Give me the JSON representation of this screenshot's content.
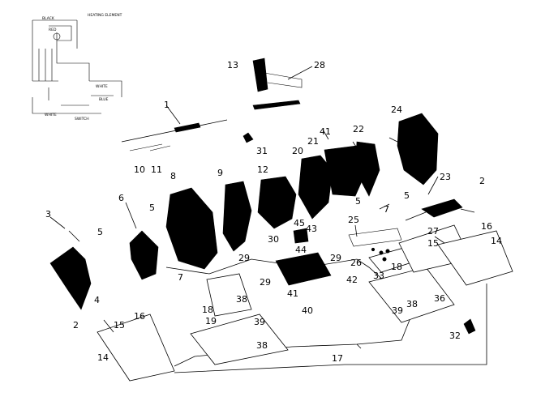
{
  "wiring": {
    "labels": [
      "BLACK",
      "RED",
      "HEATING ELEMENT",
      "WHITE",
      "SWITCH",
      "WHITE",
      "BLUE"
    ]
  },
  "callouts": [
    {
      "id": "c1",
      "text": "1"
    },
    {
      "id": "c2a",
      "text": "2"
    },
    {
      "id": "c2b",
      "text": "2"
    },
    {
      "id": "c3",
      "text": "3"
    },
    {
      "id": "c4",
      "text": "4"
    },
    {
      "id": "c5a",
      "text": "5"
    },
    {
      "id": "c5b",
      "text": "5"
    },
    {
      "id": "c5c",
      "text": "5"
    },
    {
      "id": "c5d",
      "text": "5"
    },
    {
      "id": "c6",
      "text": "6"
    },
    {
      "id": "c7a",
      "text": "7"
    },
    {
      "id": "c7b",
      "text": "7"
    },
    {
      "id": "c8",
      "text": "8"
    },
    {
      "id": "c9",
      "text": "9"
    },
    {
      "id": "c10",
      "text": "10"
    },
    {
      "id": "c11",
      "text": "11"
    },
    {
      "id": "c12",
      "text": "12"
    },
    {
      "id": "c13",
      "text": "13"
    },
    {
      "id": "c14a",
      "text": "14"
    },
    {
      "id": "c14b",
      "text": "14"
    },
    {
      "id": "c15a",
      "text": "15"
    },
    {
      "id": "c15b",
      "text": "15"
    },
    {
      "id": "c16a",
      "text": "16"
    },
    {
      "id": "c16b",
      "text": "16"
    },
    {
      "id": "c17",
      "text": "17"
    },
    {
      "id": "c18a",
      "text": "18"
    },
    {
      "id": "c18b",
      "text": "18"
    },
    {
      "id": "c19",
      "text": "19"
    },
    {
      "id": "c20",
      "text": "20"
    },
    {
      "id": "c21",
      "text": "21"
    },
    {
      "id": "c22",
      "text": "22"
    },
    {
      "id": "c23",
      "text": "23"
    },
    {
      "id": "c24",
      "text": "24"
    },
    {
      "id": "c25",
      "text": "25"
    },
    {
      "id": "c26",
      "text": "26"
    },
    {
      "id": "c27",
      "text": "27"
    },
    {
      "id": "c28",
      "text": "28"
    },
    {
      "id": "c29a",
      "text": "29"
    },
    {
      "id": "c29b",
      "text": "29"
    },
    {
      "id": "c29c",
      "text": "29"
    },
    {
      "id": "c30",
      "text": "30"
    },
    {
      "id": "c31",
      "text": "31"
    },
    {
      "id": "c32",
      "text": "32"
    },
    {
      "id": "c33",
      "text": "33"
    },
    {
      "id": "c36",
      "text": "36"
    },
    {
      "id": "c38a",
      "text": "38"
    },
    {
      "id": "c38b",
      "text": "38"
    },
    {
      "id": "c38c",
      "text": "38"
    },
    {
      "id": "c39a",
      "text": "39"
    },
    {
      "id": "c39b",
      "text": "39"
    },
    {
      "id": "c40",
      "text": "40"
    },
    {
      "id": "c41a",
      "text": "41"
    },
    {
      "id": "c41b",
      "text": "41"
    },
    {
      "id": "c42",
      "text": "42"
    },
    {
      "id": "c43",
      "text": "43"
    },
    {
      "id": "c44",
      "text": "44"
    },
    {
      "id": "c45",
      "text": "45"
    }
  ]
}
